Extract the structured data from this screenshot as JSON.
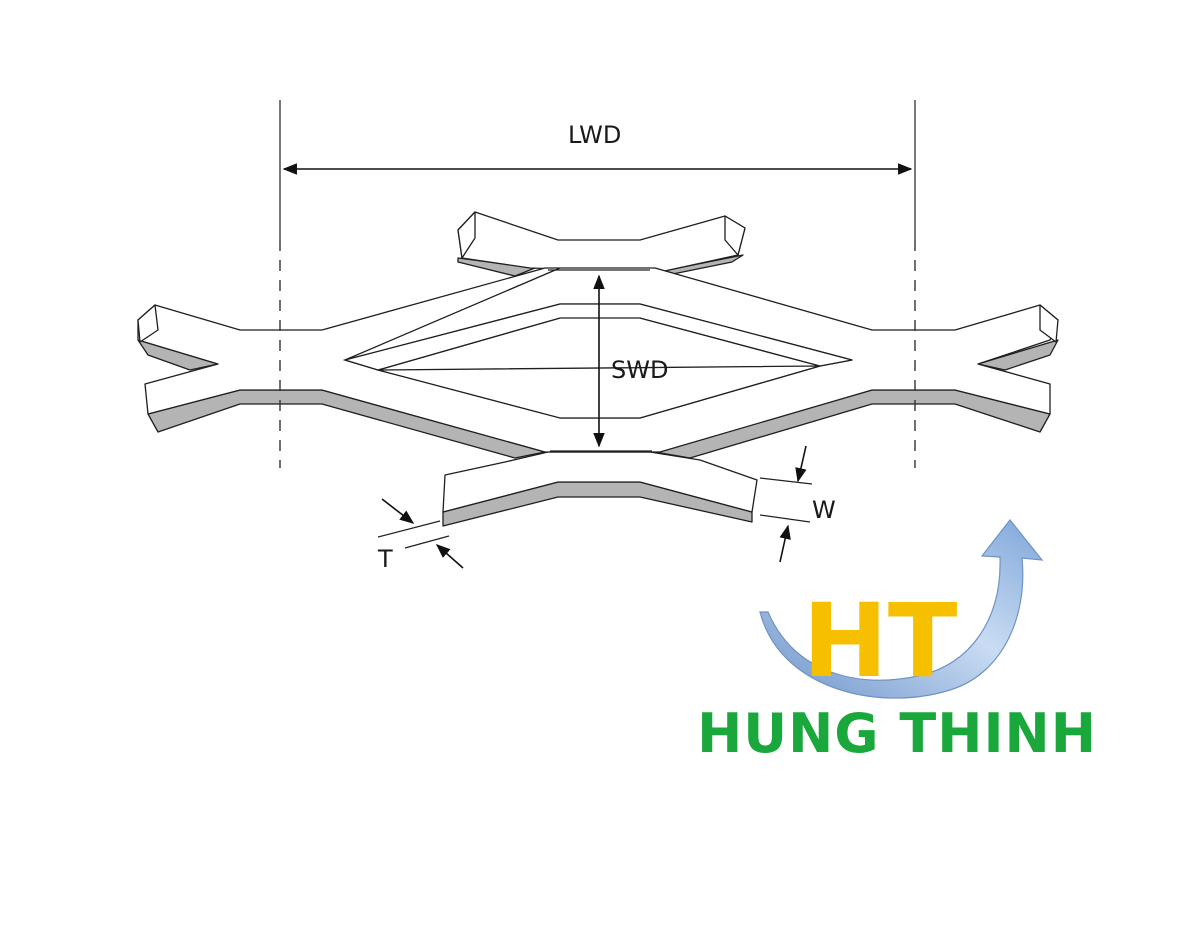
{
  "diagram": {
    "labels": {
      "lwd": "LWD",
      "swd": "SWD",
      "w": "W",
      "t": "T"
    }
  },
  "logo": {
    "monogram": "HT",
    "name": "HUNG THINH",
    "colors": {
      "monogram": "#f6c000",
      "name": "#1aa83c",
      "swoosh": "#8fb2de"
    }
  }
}
